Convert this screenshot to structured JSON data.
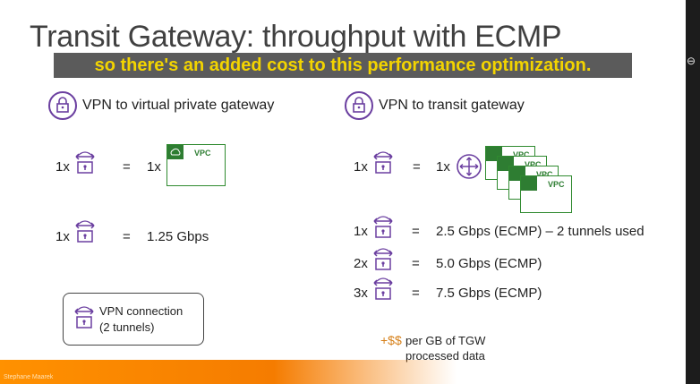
{
  "title": "Transit Gateway: throughput with ECMP",
  "subtitle_caption": "so there's an added cost to this performance optimization.",
  "left": {
    "heading": "VPN to virtual private gateway",
    "row1": {
      "count": "1x",
      "eq": "=",
      "rhs_count": "1x",
      "vpc_label": "VPC"
    },
    "row2": {
      "count": "1x",
      "eq": "=",
      "value": "1.25 Gbps"
    },
    "legend": {
      "line1": "VPN connection",
      "line2": "(2 tunnels)"
    }
  },
  "right": {
    "heading": "VPN to transit gateway",
    "row1": {
      "count": "1x",
      "eq": "=",
      "rhs_count": "1x",
      "vpc_labels": [
        "VPC",
        "VPC",
        "VPC",
        "VPC"
      ]
    },
    "rows": [
      {
        "count": "1x",
        "eq": "=",
        "value": "2.5 Gbps (ECMP) – 2 tunnels used"
      },
      {
        "count": "2x",
        "eq": "=",
        "value": "5.0 Gbps (ECMP)"
      },
      {
        "count": "3x",
        "eq": "=",
        "value": "7.5 Gbps (ECMP)"
      }
    ],
    "cost": {
      "symbol": "+$$",
      "line1": "per GB of TGW",
      "line2": "processed data"
    }
  },
  "footer": {
    "name": "Stephane Maarek"
  },
  "colors": {
    "accent": "#f3d400",
    "banner_bg": "#5b5b5b",
    "vpc_green": "#2e7d32",
    "lock_purple": "#6b3fa0",
    "orange": "#ff9100"
  }
}
